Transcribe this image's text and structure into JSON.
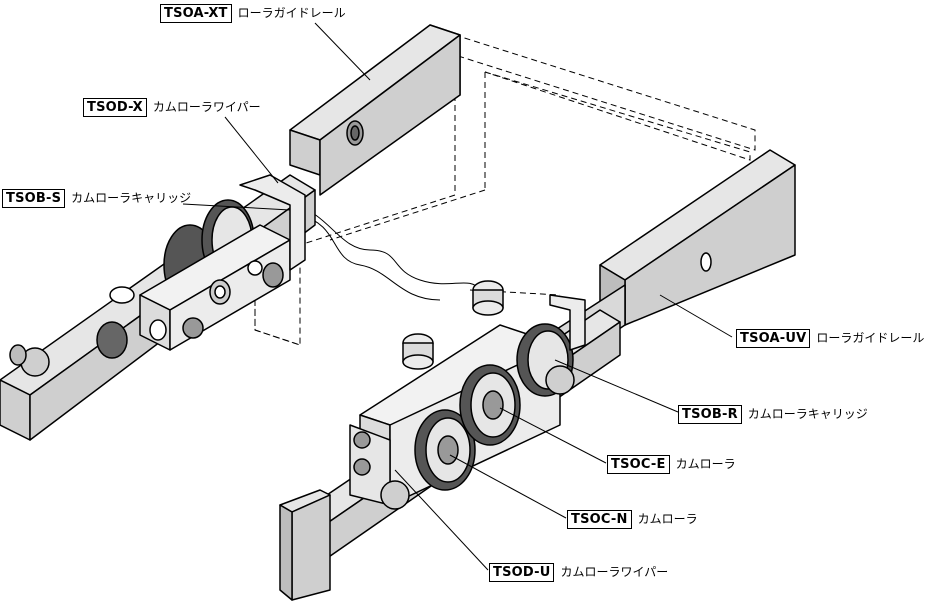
{
  "colors": {
    "rail_fill": "#cfcfcf",
    "rail_top": "#e6e6e6",
    "block_fill": "#ececec",
    "roller_dark": "#555555",
    "outline": "#000000",
    "phantom": "#000000"
  },
  "labels": [
    {
      "id": "tsoa-xt",
      "code": "TSOA-XT",
      "desc": "ローラガイドレール"
    },
    {
      "id": "tsod-x",
      "code": "TSOD-X",
      "desc": "カムローラワイパー"
    },
    {
      "id": "tsob-s",
      "code": "TSOB-S",
      "desc": "カムローラキャリッジ"
    },
    {
      "id": "tsoa-uv",
      "code": "TSOA-UV",
      "desc": "ローラガイドレール"
    },
    {
      "id": "tsob-r",
      "code": "TSOB-R",
      "desc": "カムローラキャリッジ"
    },
    {
      "id": "tsoc-e",
      "code": "TSOC-E",
      "desc": "カムローラ"
    },
    {
      "id": "tsoc-n",
      "code": "TSOC-N",
      "desc": "カムローラ"
    },
    {
      "id": "tsod-u",
      "code": "TSOD-U",
      "desc": "カムローラワイパー"
    }
  ]
}
